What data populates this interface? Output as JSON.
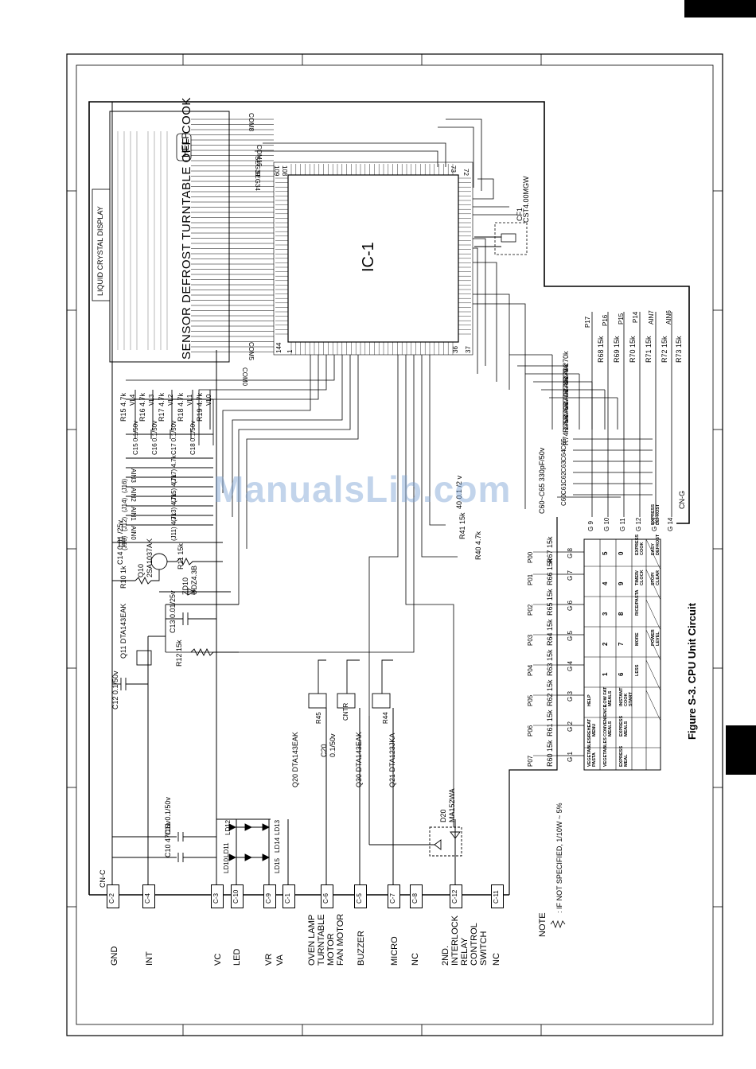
{
  "figure_title": "Figure S-3. CPU Unit Circuit",
  "watermark": "ManualsLib.com",
  "ic_label": "IC-1",
  "lcd": {
    "title": "LIQUID CRYSTAL DISPLAY",
    "words": "SENSOR  DEFROST  TURNTABLE  OFF  COOK",
    "help": "HELP",
    "com_labels": [
      "COM8",
      "COM15",
      "SEG39",
      "SEG34",
      "COM5",
      "COM0"
    ]
  },
  "ic_pins": [
    "109",
    "108",
    "73",
    "72",
    "144",
    "1",
    "36",
    "37"
  ],
  "crystal": {
    "ref": "CF1",
    "part": "CST4.00MGW"
  },
  "connectors_left": {
    "header": "CN-C",
    "pins": [
      "C-2",
      "C-4",
      "C-3",
      "C-10",
      "C-9",
      "C-1",
      "C-6",
      "C-5",
      "C-7",
      "C-8",
      "C-12",
      "C-11"
    ]
  },
  "signal_labels": [
    "GND",
    "INT",
    "VC",
    "LED",
    "VR",
    "VA",
    "OVEN LAMP",
    "TURNTABLE",
    "MOTOR",
    "FAN MOTOR",
    "BUZZER",
    "MICRO",
    "NC",
    "2ND.",
    "INTERLOCK",
    "RELAY",
    "CONTROL",
    "SWITCH",
    "NC"
  ],
  "connectors_g": {
    "header": "CN-G",
    "pins": [
      "G 1",
      "G 2",
      "G 3",
      "G 4",
      "G 5",
      "G 6",
      "G 7",
      "G 8",
      "G 9",
      "G 10",
      "G 11",
      "G 12",
      "G 13",
      "G 14"
    ]
  },
  "components": {
    "q20": "Q20 DTA143EAK",
    "q30": "Q30 DTA143EAK",
    "q21": "Q21 DTA123JKA",
    "q11": "Q11 DTA143EAK",
    "q10": "Q10 2SA1037AK",
    "d20": "D20 MA152WA",
    "zd10": "ZD10 UDZ4.3B",
    "r10": "R10 1k",
    "r11": "R11 15k",
    "r12": "R12 15k",
    "r40": "R40 4.7k",
    "r41": "R41 15k",
    "r44": "R44",
    "r45": "R45",
    "c10": "C10 47/16v",
    "c11": "C11 0.1/50v",
    "c12": "C12 0.1/50v",
    "c13": "C13 0.01/25v",
    "c14": "C14 0.01 /25v",
    "c20": "C20 0.1/50v",
    "cntr": "CNTR",
    "c60_65": "C60~C65 330pF/50v",
    "r40_alt": "40 0.1 /2 v"
  },
  "leds": [
    "LD10",
    "LD11",
    "LD12",
    "LD13",
    "LD14",
    "LD15"
  ],
  "ain_labels": [
    "AIN0",
    "AIN1",
    "AIN2",
    "AIN3"
  ],
  "jumpers": [
    "(J10)",
    "(J11) 4.7k",
    "(J12)",
    "(J13) 4.7k",
    "(J14)",
    "(J15) 4.7k",
    "(J16)",
    "(J17) 4.7k"
  ],
  "caps_c15_18": [
    "C15 0.1/50v",
    "C16 0.1/50v",
    "C17 0.1/50v",
    "C18 0.1/50v"
  ],
  "res_r15_19": [
    "R15 4.7k",
    "R16 4.7k",
    "R17 4.7k",
    "R18 4.7k",
    "R19 4.7k"
  ],
  "vli_labels": [
    "VL4",
    "VL3",
    "VL2",
    "VL1",
    "VL0"
  ],
  "key_resistors": [
    "R60 15k",
    "R61 15k",
    "R62 15k",
    "R63 15k",
    "R64 15k",
    "R65 15k",
    "R66 15k",
    "R67 15k"
  ],
  "key_ports": [
    "P07",
    "P06",
    "P05",
    "P04",
    "P03",
    "P02",
    "P01",
    "P00"
  ],
  "right_resistors": [
    "R68 15k",
    "R69 15k",
    "R70 15k",
    "R71 15k",
    "R72 15k",
    "R73 15k"
  ],
  "right_ports": [
    "P17",
    "P16",
    "P15",
    "P14",
    "AIN7",
    "AIN6"
  ],
  "pull_resistors": [
    "R74 270k",
    "R75 270k",
    "R76 270k",
    "R77 270k",
    "R78 270k",
    "R79 270k"
  ],
  "caps_c60_65": [
    "C60",
    "C61",
    "C62",
    "C63",
    "C64",
    "C65"
  ],
  "keypad_rows": [
    [
      "VEGETABLES/ PASTA",
      "REHEAT MENU",
      "HELP",
      "",
      "",
      "",
      "",
      "",
      ""
    ],
    [
      "VEGETABLES",
      "CONVENIENCE MEALS",
      "LOW FAT MEALS",
      "1",
      "2",
      "3",
      "4",
      "5",
      ""
    ],
    [
      "EXPRESS MEAL",
      "EXPRESS MEALS",
      "INSTANT COOK START",
      "6",
      "7",
      "8",
      "9",
      "0",
      ""
    ],
    [
      "",
      "",
      "",
      "LESS",
      "MORE",
      "RICE/PASTA",
      "TIMER/ CLOCK",
      "EXPRESS COOK",
      ""
    ],
    [
      "",
      "",
      "",
      "",
      "POWER LEVEL",
      "",
      "STOP/ CLEAR",
      "EASY DEFROST",
      "EXPRESS DEFROST"
    ]
  ],
  "note": {
    "title": "NOTE",
    "text": ": IF NOT SPECIFIED, 1/10W ~ 5%"
  }
}
